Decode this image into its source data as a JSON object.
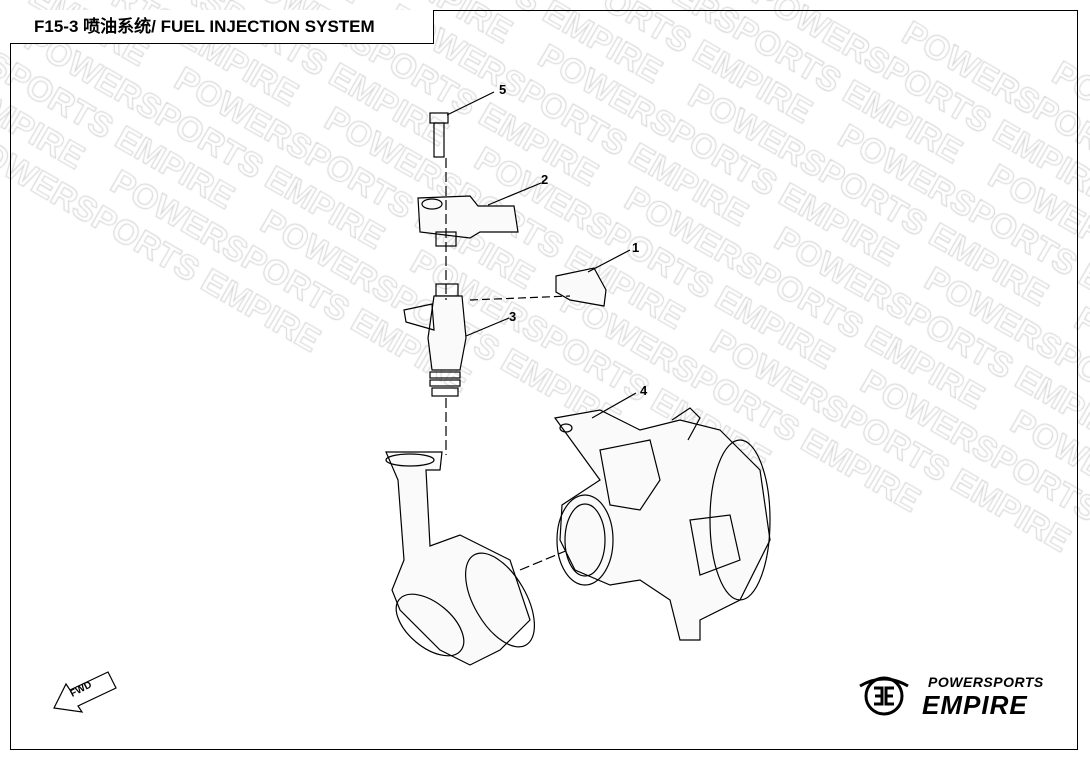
{
  "title": "F15-3 喷油系统/ FUEL INJECTION SYSTEM",
  "watermark": "POWERSPORTS EMPIRE",
  "callouts": [
    "1",
    "2",
    "3",
    "4",
    "5"
  ],
  "fwd_label": "FWD",
  "logo": {
    "line1": "POWERSPORTS",
    "line2": "EMPIRE"
  }
}
